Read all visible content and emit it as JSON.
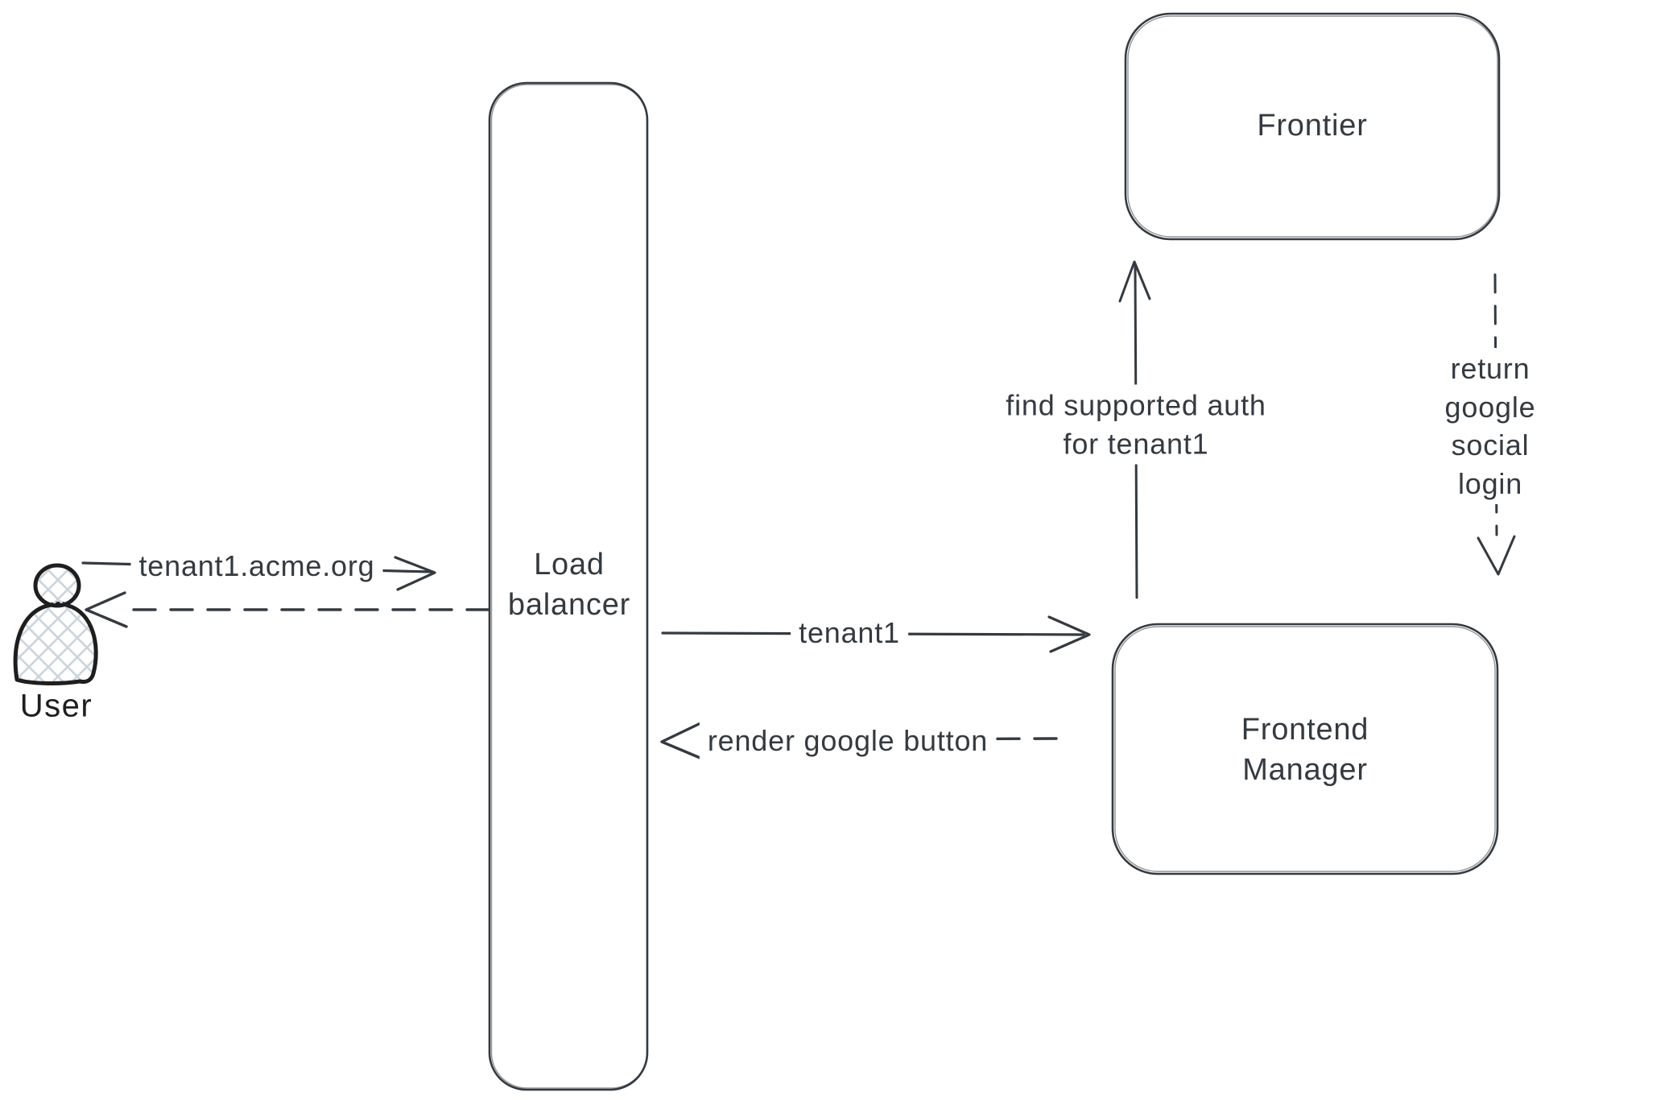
{
  "diagram": {
    "kind": "hand-drawn-flow-diagram",
    "background": "#ffffff",
    "colors": {
      "stroke": "#343a40",
      "actor_stroke": "#1e1e1e",
      "actor_hatch": "#ccd4dc",
      "label_text": "#343a40"
    },
    "nodes": {
      "user": {
        "label": "User",
        "icon": "person-icon"
      },
      "load_balancer": {
        "label": "Load\nbalancer"
      },
      "frontier": {
        "label": "Frontier"
      },
      "frontend_manager": {
        "label": "Frontend\nManager"
      }
    },
    "edges": {
      "user_to_load_balancer": {
        "label": "tenant1.acme.org",
        "style": "solid",
        "direction": "right"
      },
      "load_balancer_to_user": {
        "label": "",
        "style": "dashed",
        "direction": "left"
      },
      "load_balancer_to_frontend_manager": {
        "label": "tenant1",
        "style": "solid",
        "direction": "right"
      },
      "frontend_manager_to_load_balancer": {
        "label": "render google button",
        "style": "dashed",
        "direction": "left"
      },
      "frontend_manager_to_frontier": {
        "label": "find supported auth\nfor tenant1",
        "style": "solid",
        "direction": "up"
      },
      "frontier_to_frontend_manager": {
        "label": "return google social\nlogin",
        "style": "dashed",
        "direction": "down"
      }
    }
  }
}
